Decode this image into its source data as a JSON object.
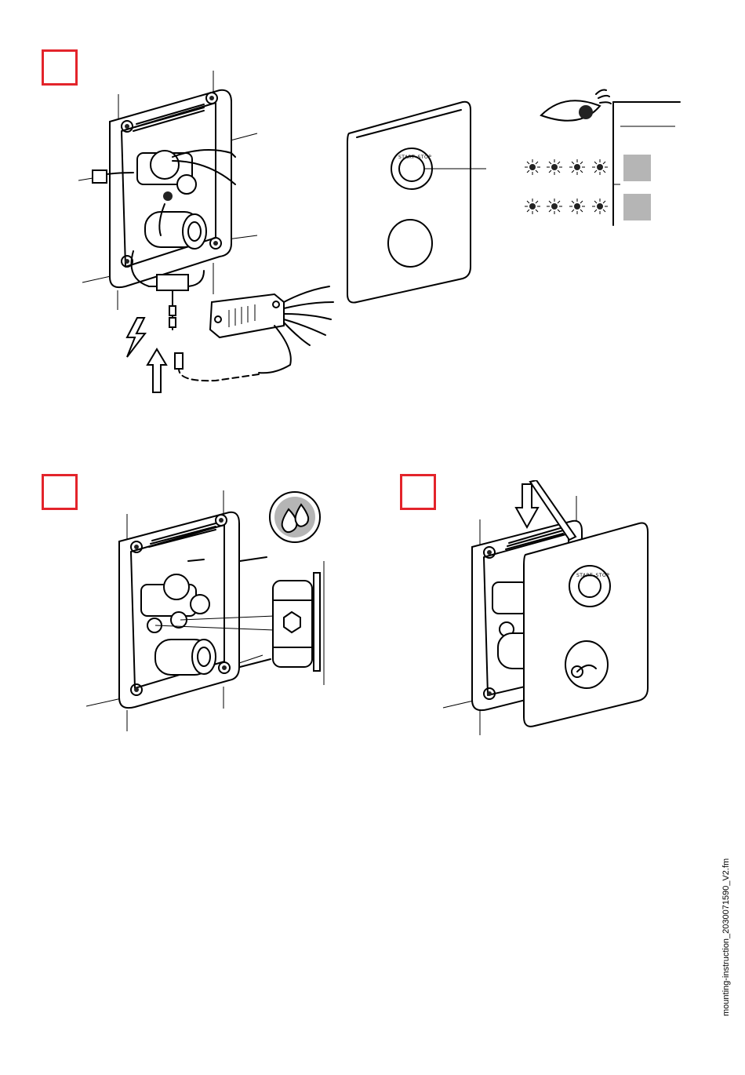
{
  "steps": [
    {
      "id": 1,
      "label": ""
    },
    {
      "id": 2,
      "label": ""
    },
    {
      "id": 3,
      "label": ""
    }
  ],
  "plate_button_label": "START–STOP",
  "footer": {
    "filename": "mounting-instruction_20300715​90_V2.fm"
  },
  "icons": {
    "electric": "lightning-bolt-icon",
    "direction": "up-arrow-icon",
    "inspect": "eye-icon",
    "led": "led-flash-icon",
    "flush": "water-drops-icon",
    "press": "down-arrow-icon"
  },
  "colors": {
    "step_box": "#e3242b",
    "led_state_box": "#b5b5b5"
  },
  "led_rows": [
    {
      "flashes": 4
    },
    {
      "flashes": 4
    }
  ]
}
